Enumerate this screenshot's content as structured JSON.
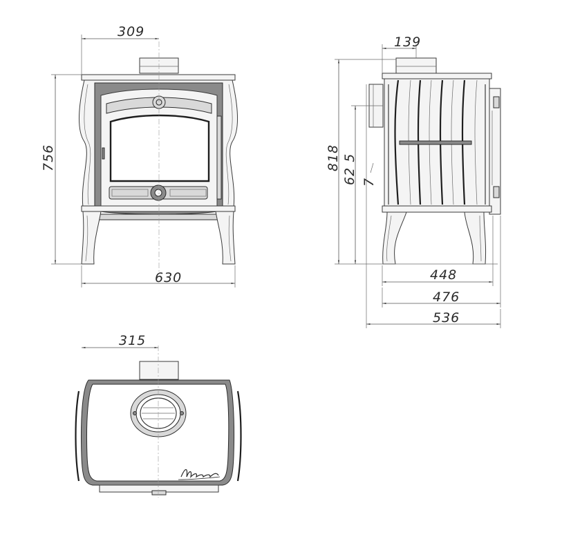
{
  "front_view": {
    "dim_width": "630",
    "dim_height": "756",
    "dim_flue_offset": "309"
  },
  "side_view": {
    "dim_flue_offset": "139",
    "dim_total_height": "818",
    "dim_flue_height": "62 5",
    "dim_rear_inlet": "7",
    "dim_depth_1": "448",
    "dim_depth_2": "476",
    "dim_depth_3": "536"
  },
  "top_view": {
    "dim_flue_offset": "315",
    "signature": "Mazurs"
  }
}
